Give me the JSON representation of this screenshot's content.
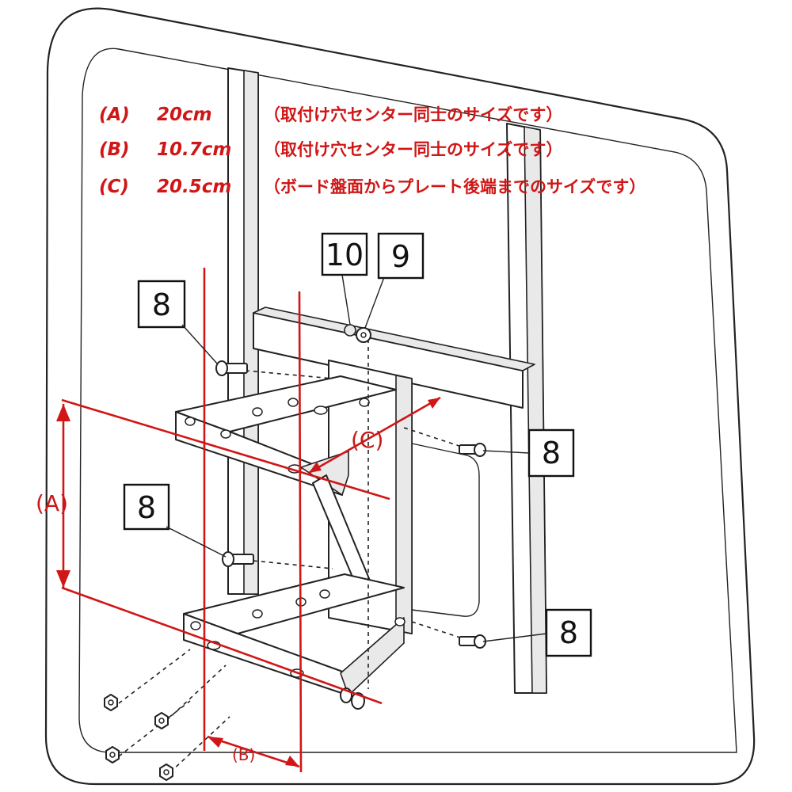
{
  "specs": [
    {
      "label": "(A)",
      "value": "20cm",
      "note": "（取付け穴センター同士のサイズです）"
    },
    {
      "label": "(B)",
      "value": "10.7cm",
      "note": "（取付け穴センター同士のサイズです）"
    },
    {
      "label": "(C)",
      "value": "20.5cm",
      "note": "（ボード盤面からプレート後端までのサイズです）"
    }
  ],
  "callouts": {
    "bolt_upper_left": "8",
    "bolt_lower_left": "8",
    "bolt_upper_right": "8",
    "bolt_lower_right": "8",
    "nut_part": "10",
    "washer_part": "9"
  },
  "dimensions": {
    "a": "(A)",
    "b": "(B)",
    "c": "(C)"
  },
  "colors": {
    "annotation": "#d01616",
    "linework": "#222222"
  }
}
